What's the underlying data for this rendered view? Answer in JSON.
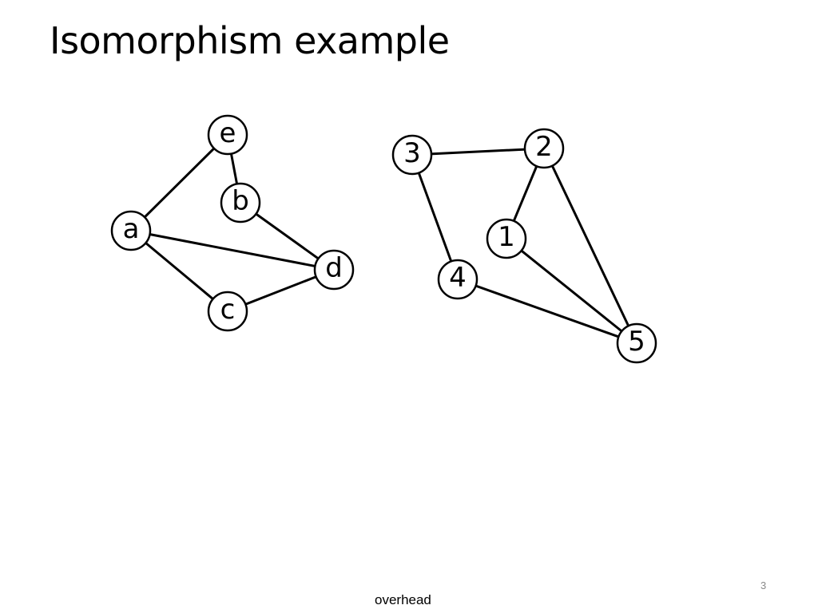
{
  "slide": {
    "title": "Isomorphism example",
    "footer": "overhead",
    "page_number": "3"
  },
  "graphs": [
    {
      "nodes": [
        "e",
        "b",
        "a",
        "d",
        "c"
      ],
      "edges": [
        [
          "a",
          "e"
        ],
        [
          "e",
          "b"
        ],
        [
          "b",
          "d"
        ],
        [
          "a",
          "d"
        ],
        [
          "a",
          "c"
        ],
        [
          "c",
          "d"
        ]
      ]
    },
    {
      "nodes": [
        "3",
        "2",
        "1",
        "4",
        "5"
      ],
      "edges": [
        [
          "3",
          "2"
        ],
        [
          "3",
          "4"
        ],
        [
          "2",
          "1"
        ],
        [
          "2",
          "5"
        ],
        [
          "1",
          "5"
        ],
        [
          "4",
          "5"
        ]
      ]
    }
  ]
}
